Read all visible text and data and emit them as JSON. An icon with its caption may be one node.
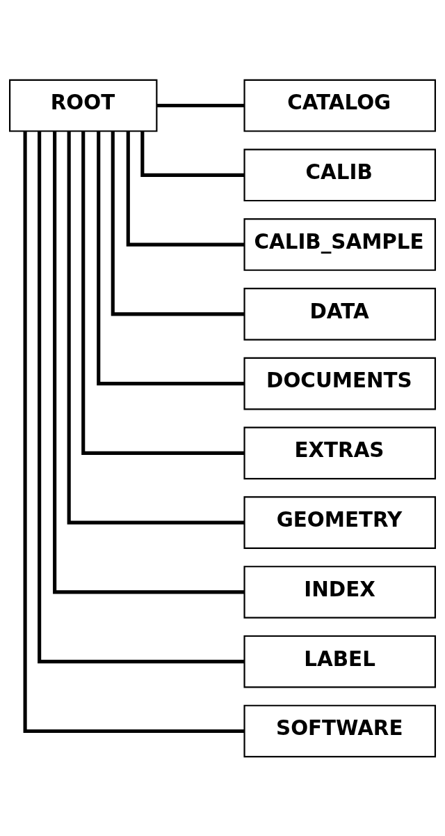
{
  "diagram": {
    "nodes": [
      {
        "text": [
          "ROOT"
        ]
      },
      {
        "text": [
          "CATALOG"
        ]
      },
      {
        "text": [
          "CALIB"
        ]
      },
      {
        "text": [
          "CALIB_SAMPLE"
        ]
      },
      {
        "text": [
          "DATA"
        ]
      },
      {
        "text": [
          "DOCUMENTS"
        ]
      },
      {
        "text": [
          "EXTRAS"
        ]
      },
      {
        "text": [
          "GEOMETRY"
        ]
      },
      {
        "text": [
          "INDEX"
        ]
      },
      {
        "text": [
          "LABEL"
        ]
      },
      {
        "text": [
          "SOFTWARE"
        ]
      }
    ],
    "edges": [
      {
        "from": 0,
        "to": 1,
        "arrow": "none"
      },
      {
        "from": 0,
        "to": 2,
        "arrow": "none"
      },
      {
        "from": 0,
        "to": 3,
        "arrow": "none"
      },
      {
        "from": 0,
        "to": 4,
        "arrow": "none"
      },
      {
        "from": 0,
        "to": 5,
        "arrow": "none"
      },
      {
        "from": 0,
        "to": 6,
        "arrow": "none"
      },
      {
        "from": 0,
        "to": 7,
        "arrow": "none"
      },
      {
        "from": 0,
        "to": 8,
        "arrow": "none"
      },
      {
        "from": 0,
        "to": 9,
        "arrow": "none"
      },
      {
        "from": 0,
        "to": 10,
        "arrow": "none"
      }
    ]
  }
}
